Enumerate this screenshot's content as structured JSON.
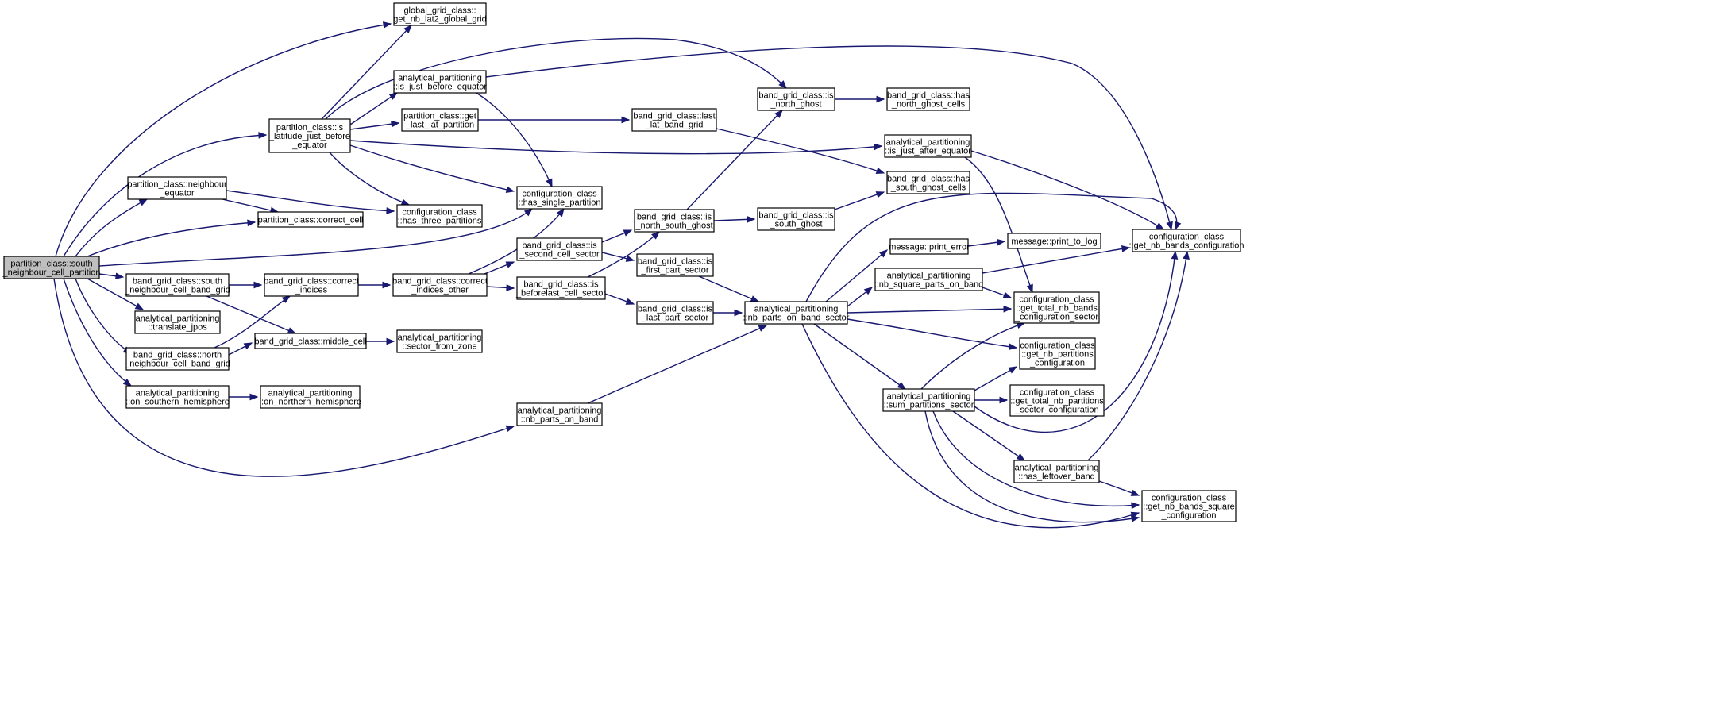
{
  "graph": {
    "edge_color": "#191970",
    "root_fill": "#bfbfbf",
    "nodes": [
      {
        "id": "root",
        "lines": [
          "partition_class::south",
          "_neighbour_cell_partition"
        ]
      },
      {
        "id": "global_grid_nb_lat2",
        "lines": [
          "global_grid_class::",
          "get_nb_lat2_global_grid"
        ]
      },
      {
        "id": "ap_is_just_before_equator",
        "lines": [
          "analytical_partitioning",
          "::is_just_before_equator"
        ]
      },
      {
        "id": "pc_is_latitude_just_before_equator",
        "lines": [
          "partition_class::is",
          "_latitude_just_before",
          "_equator"
        ]
      },
      {
        "id": "pc_get_last_lat_partition",
        "lines": [
          "partition_class::get",
          "_last_lat_partition"
        ]
      },
      {
        "id": "pc_neighbour_equator",
        "lines": [
          "partition_class::neighbour",
          "_equator"
        ]
      },
      {
        "id": "cc_has_single_partition",
        "lines": [
          "configuration_class",
          "::has_single_partition"
        ]
      },
      {
        "id": "cc_has_three_partitions",
        "lines": [
          "configuration_class",
          "::has_three_partitions"
        ]
      },
      {
        "id": "pc_correct_cell",
        "lines": [
          "partition_class::correct_cell"
        ]
      },
      {
        "id": "bg_south_neighbour_cell_band_grid",
        "lines": [
          "band_grid_class::south",
          "_neighbour_cell_band_grid"
        ]
      },
      {
        "id": "bg_correct_indices",
        "lines": [
          "band_grid_class::correct",
          "_indices"
        ]
      },
      {
        "id": "bg_correct_indices_other",
        "lines": [
          "band_grid_class::correct",
          "_indices_other"
        ]
      },
      {
        "id": "ap_translate_jpos",
        "lines": [
          "analytical_partitioning",
          "::translate_jpos"
        ]
      },
      {
        "id": "bg_north_neighbour_cell_band_grid",
        "lines": [
          "band_grid_class::north",
          "_neighbour_cell_band_grid"
        ]
      },
      {
        "id": "bg_middle_cell",
        "lines": [
          "band_grid_class::middle_cell"
        ]
      },
      {
        "id": "ap_sector_from_zone",
        "lines": [
          "analytical_partitioning",
          "::sector_from_zone"
        ]
      },
      {
        "id": "ap_on_southern_hemisphere",
        "lines": [
          "analytical_partitioning",
          "::on_southern_hemisphere"
        ]
      },
      {
        "id": "ap_on_northern_hemisphere",
        "lines": [
          "analytical_partitioning",
          "::on_northern_hemisphere"
        ]
      },
      {
        "id": "ap_nb_parts_on_band",
        "lines": [
          "analytical_partitioning",
          "::nb_parts_on_band"
        ]
      },
      {
        "id": "bg_last_lat_band_grid",
        "lines": [
          "band_grid_class::last",
          "_lat_band_grid"
        ]
      },
      {
        "id": "bg_is_second_cell_sector",
        "lines": [
          "band_grid_class::is",
          "_second_cell_sector"
        ]
      },
      {
        "id": "bg_is_beforelast_cell_sector",
        "lines": [
          "band_grid_class::is",
          "_beforelast_cell_sector"
        ]
      },
      {
        "id": "bg_is_north_south_ghost",
        "lines": [
          "band_grid_class::is",
          "_north_south_ghost"
        ]
      },
      {
        "id": "bg_is_first_part_sector",
        "lines": [
          "band_grid_class::is",
          "_first_part_sector"
        ]
      },
      {
        "id": "bg_is_last_part_sector",
        "lines": [
          "band_grid_class::is",
          "_last_part_sector"
        ]
      },
      {
        "id": "bg_is_north_ghost",
        "lines": [
          "band_grid_class::is",
          "_north_ghost"
        ]
      },
      {
        "id": "bg_is_south_ghost",
        "lines": [
          "band_grid_class::is",
          "_south_ghost"
        ]
      },
      {
        "id": "ap_nb_parts_on_band_sector",
        "lines": [
          "analytical_partitioning",
          "::nb_parts_on_band_sector"
        ]
      },
      {
        "id": "bg_has_north_ghost_cells",
        "lines": [
          "band_grid_class::has",
          "_north_ghost_cells"
        ]
      },
      {
        "id": "ap_is_just_after_equator",
        "lines": [
          "analytical_partitioning",
          "::is_just_after_equator"
        ]
      },
      {
        "id": "bg_has_south_ghost_cells",
        "lines": [
          "band_grid_class::has",
          "_south_ghost_cells"
        ]
      },
      {
        "id": "msg_print_error",
        "lines": [
          "message::print_error"
        ]
      },
      {
        "id": "msg_print_to_log",
        "lines": [
          "message::print_to_log"
        ]
      },
      {
        "id": "ap_nb_square_parts_on_band",
        "lines": [
          "analytical_partitioning",
          "::nb_square_parts_on_band"
        ]
      },
      {
        "id": "ap_sum_partitions_sector",
        "lines": [
          "analytical_partitioning",
          "::sum_partitions_sector"
        ]
      },
      {
        "id": "ap_has_leftover_band",
        "lines": [
          "analytical_partitioning",
          "::has_leftover_band"
        ]
      },
      {
        "id": "cc_get_nb_bands_configuration",
        "lines": [
          "configuration_class",
          "::get_nb_bands_configuration"
        ]
      },
      {
        "id": "cc_get_total_nb_bands_configuration_sector",
        "lines": [
          "configuration_class",
          "::get_total_nb_bands",
          "_configuration_sector"
        ]
      },
      {
        "id": "cc_get_nb_partitions_configuration",
        "lines": [
          "configuration_class",
          "::get_nb_partitions",
          "_configuration"
        ]
      },
      {
        "id": "cc_get_total_nb_partitions_sector_configuration",
        "lines": [
          "configuration_class",
          "::get_total_nb_partitions",
          "_sector_configuration"
        ]
      },
      {
        "id": "cc_get_nb_bands_square_configuration",
        "lines": [
          "configuration_class",
          "::get_nb_bands_square",
          "_configuration"
        ]
      }
    ]
  }
}
